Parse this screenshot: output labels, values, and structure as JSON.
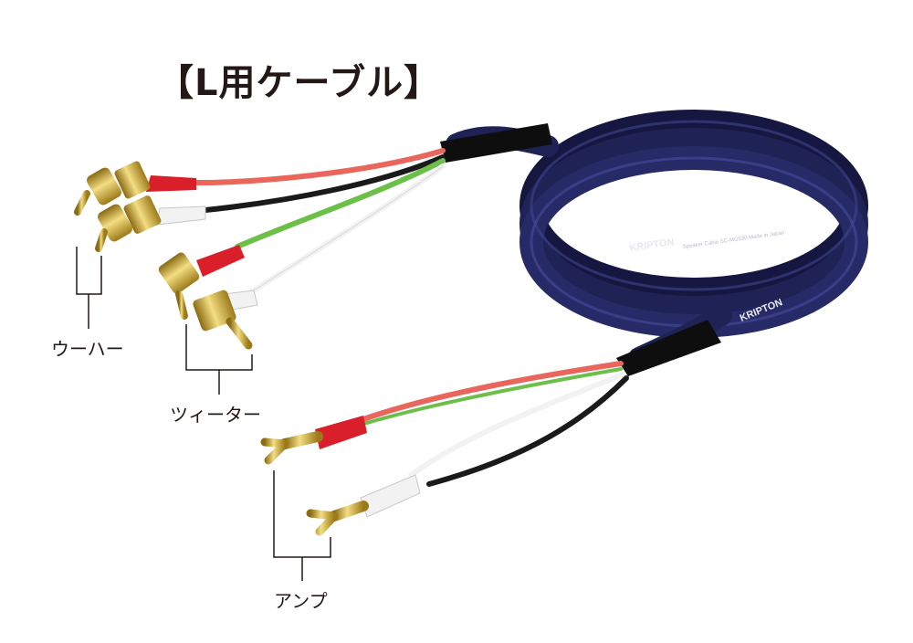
{
  "title": "【L用ケーブル】",
  "labels": {
    "woofer": "ウーハー",
    "tweeter": "ツィーター",
    "amp": "アンプ"
  },
  "cable": {
    "brand": "KRIPTON",
    "print_text": "Speaker Cable SC-MG530  Made in Japan"
  },
  "colors": {
    "jacket": "#1f2255",
    "red_wire": "#e8665b",
    "black_wire": "#1a1a1a",
    "green_wire": "#6cc04a",
    "white_wire": "#f2f2f2",
    "gold": "#c9a227",
    "red_sleeve": "#d9202a"
  },
  "icons": [
    "banana-plug-icon",
    "spade-terminal-icon"
  ]
}
